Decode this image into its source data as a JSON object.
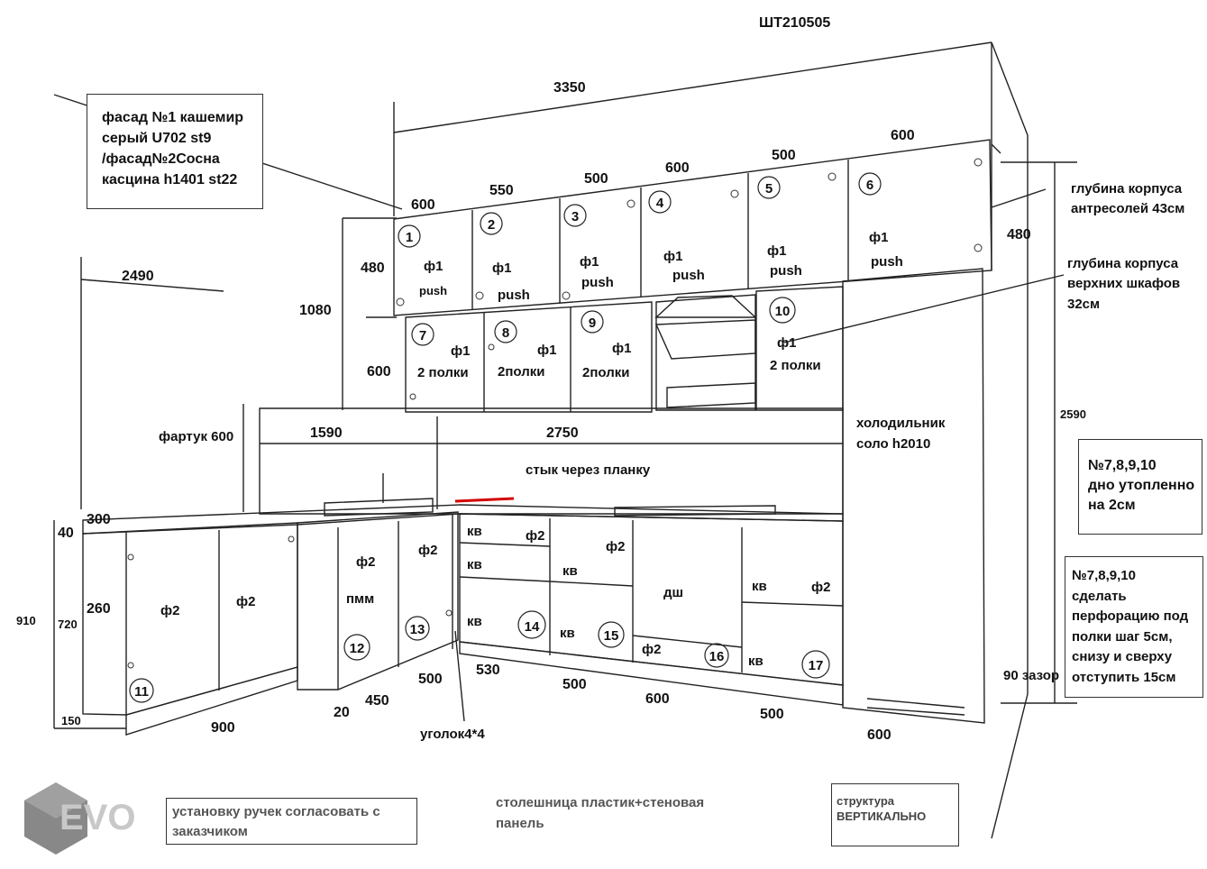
{
  "header": {
    "code": "ШТ210505"
  },
  "notes": {
    "facade": [
      "фасад №1 кашемир",
      "серый U702 st9",
      "/фасад№2Сосна",
      "касцина h1401 st22"
    ],
    "bottom_sunk": [
      "№7,8,9,10",
      "дно утопленно",
      "на 2см"
    ],
    "perforation": [
      "№7,8,9,10",
      "сделать",
      "перфорацию под",
      "полки шаг 5см,",
      "снизу и сверху",
      "отступить 15см"
    ],
    "handles": [
      "установку ручек согласовать с",
      "заказчиком"
    ],
    "countertop": [
      "столешница пластик+стеновая",
      "панель"
    ],
    "structure": [
      "структура",
      "ВЕРТИКАЛЬНО"
    ]
  },
  "annotations": {
    "mezz_depth": [
      "глубина корпуса",
      "антресолей 43см"
    ],
    "upper_depth": [
      "глубина корпуса",
      "верхних шкафов",
      "32см"
    ],
    "fridge": [
      "холодильник",
      "соло h2010"
    ],
    "joint": "стык через планку",
    "apron": "фартук 600",
    "corner": "уголок4*4",
    "gap": "90 зазор"
  },
  "dims": {
    "total_top": "3350",
    "left_run": "2490",
    "m1": "600",
    "m2": "550",
    "m3": "500",
    "m4": "600",
    "m5": "500",
    "m6": "600",
    "h480": "480",
    "h480r": "480",
    "h1080": "1080",
    "h600": "600",
    "h2590": "2590",
    "w1590": "1590",
    "w2750": "2750",
    "b300": "300",
    "b40": "40",
    "b910": "910",
    "b720": "720",
    "b260": "260",
    "b150": "150",
    "b900": "900",
    "b20": "20",
    "b450": "450",
    "b500a": "500",
    "b530": "530",
    "b500b": "500",
    "b600": "600",
    "b500c": "500",
    "b600f": "600"
  },
  "cabinets": {
    "n1": "1",
    "n2": "2",
    "n3": "3",
    "n4": "4",
    "n5": "5",
    "n6": "6",
    "n7": "7",
    "n8": "8",
    "n9": "9",
    "n10": "10",
    "n11": "11",
    "n12": "12",
    "n13": "13",
    "n14": "14",
    "n15": "15",
    "n16": "16",
    "n17": "17"
  },
  "marks": {
    "f1": "ф1",
    "f2": "ф2",
    "push": "push",
    "shelves2": "2 полки",
    "shelves2b": "2полки",
    "kv": "кв",
    "pmm": "пмм",
    "dsh": "дш"
  },
  "logo": {
    "text": "EVO"
  }
}
